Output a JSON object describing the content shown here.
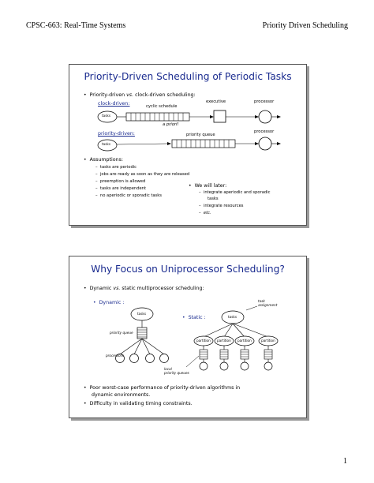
{
  "page_header": {
    "left": "CPSC-663: Real-Time Systems",
    "right": "Priority Driven Scheduling"
  },
  "page_number": "1",
  "slide1": {
    "title": "Priority-Driven Scheduling of Periodic Tasks",
    "bullet1_pre": "Priority-driven ",
    "bullet1_vs": "vs.",
    "bullet1_post": " clock-driven scheduling:",
    "clock_driven_label": "clock-driven:",
    "executive_label": "executive",
    "processor_label_1": "processor",
    "cyclic_schedule_label": "cyclic schedule",
    "tasks_cloud_1": "tasks",
    "a_priori_label": "a priori!",
    "priority_driven_label": "priority-driven:",
    "priority_queue_label": "priority queue",
    "processor_label_2": "processor",
    "tasks_cloud_2": "tasks",
    "assumptions_label": "Assumptions:",
    "assumptions": [
      "tasks are periodic",
      "jobs are ready as soon as they are released",
      "preemption is allowed",
      "tasks are independent",
      "no aperiodic or sporadic tasks"
    ],
    "later_label": "We will later:",
    "later_items": [
      "integrate aperiodic and sporadic",
      "tasks",
      "integrate resources",
      "etc."
    ]
  },
  "slide2": {
    "title": "Why Focus on Uniprocessor Scheduling?",
    "bullet1_pre": "Dynamic ",
    "bullet1_vs": "vs.",
    "bullet1_post": " static multiprocessor scheduling:",
    "dynamic_label": "Dynamic :",
    "tasks_cloud": "tasks",
    "priority_queue_label": "priority queue",
    "processors_label": "processors",
    "static_label": "Static :",
    "task_assignment_label_1": "task",
    "task_assignment_label_2": "assignment",
    "static_tasks_cloud": "tasks",
    "partition_clouds": [
      "partition",
      "partition",
      "partition",
      "partition"
    ],
    "local_queues_label_1": "local",
    "local_queues_label_2": "priority queues",
    "bullet2_line1": "Poor worst-case  performance of priority-driven algorithms in",
    "bullet2_line2": "dynamic environments.",
    "bullet3": "Difficulty in validating timing constraints."
  }
}
